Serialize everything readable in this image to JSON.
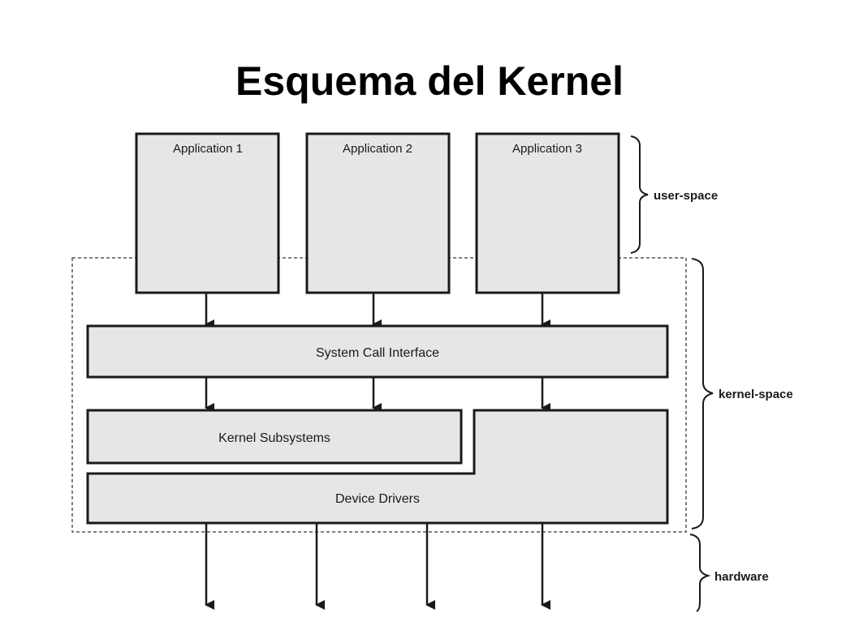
{
  "title": "Esquema del Kernel",
  "diagram": {
    "applications": [
      "Application 1",
      "Application 2",
      "Application 3"
    ],
    "system_call_interface": "System Call Interface",
    "kernel_subsystems": "Kernel Subsystems",
    "device_drivers": "Device Drivers",
    "regions": {
      "user_space": "user-space",
      "kernel_space": "kernel-space",
      "hardware": "hardware"
    },
    "colors": {
      "box_fill": "#e6e6e6",
      "stroke": "#1a1a1a",
      "dashed_border": "#555555"
    }
  }
}
